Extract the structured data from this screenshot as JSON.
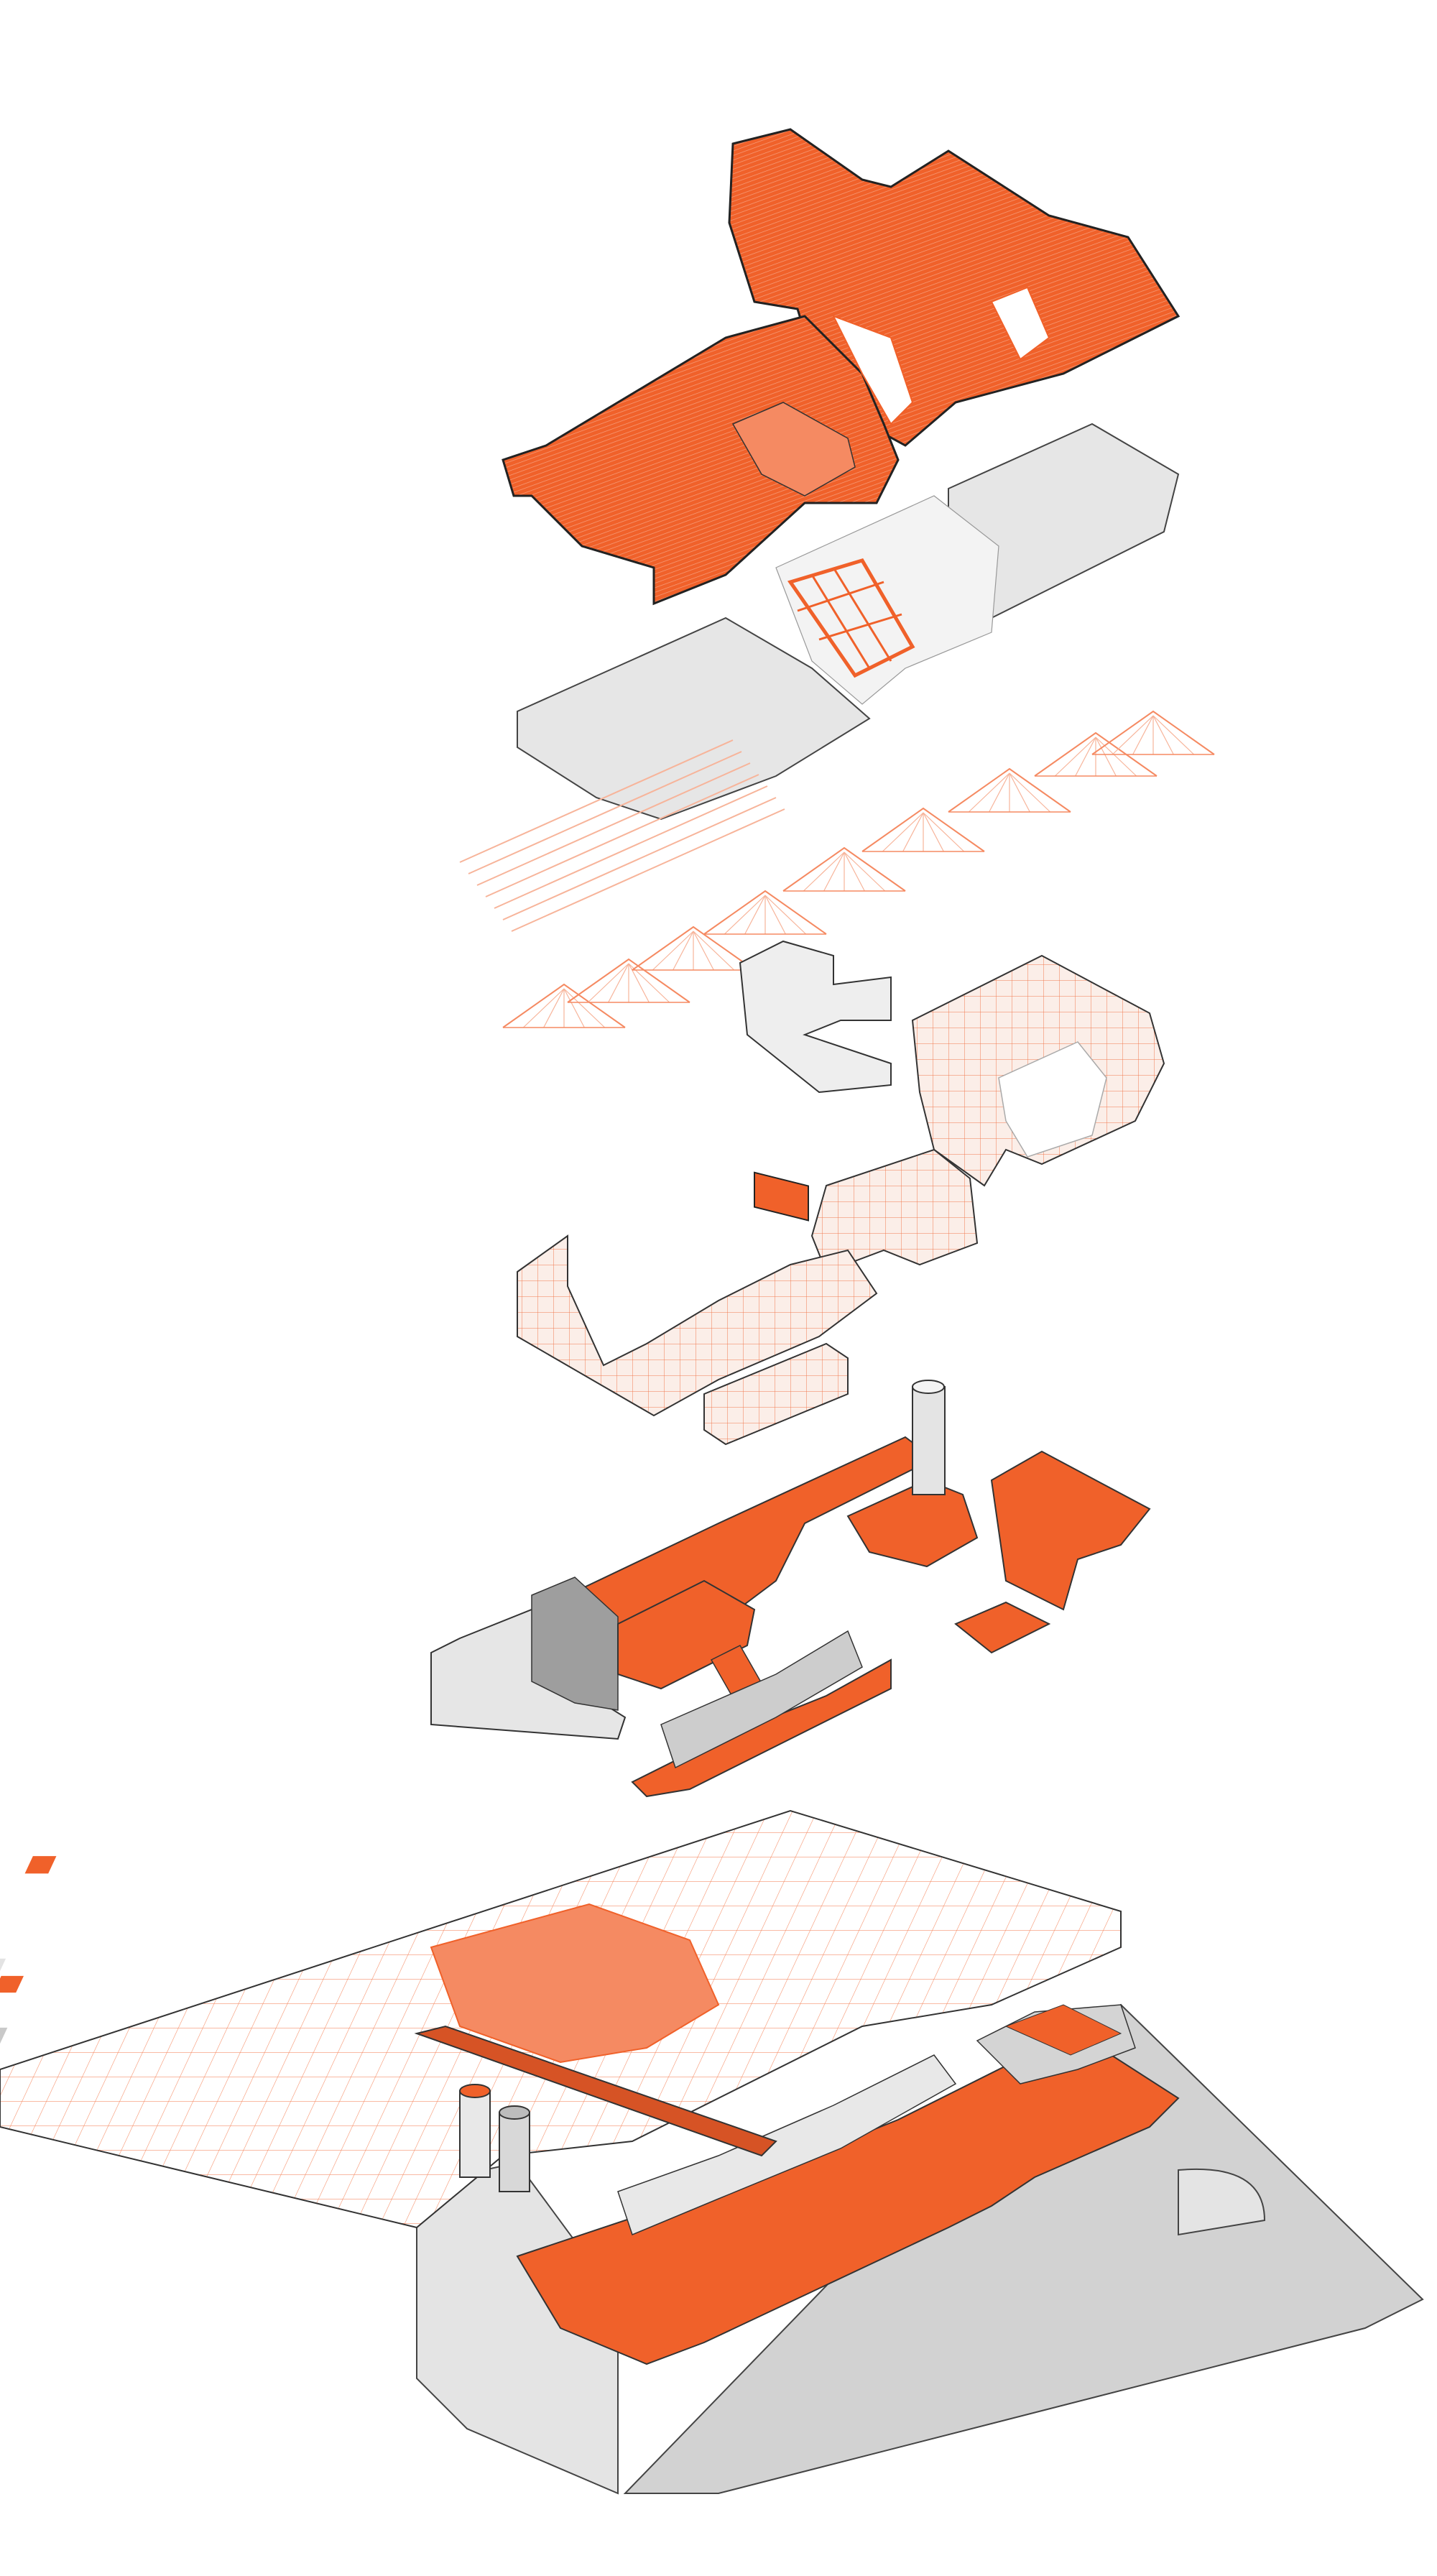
{
  "colors": {
    "accent": "#f0612a",
    "accent_light": "#f58a62",
    "accent_faint": "#f7b49a",
    "wall": "#e3e3e3",
    "wall_dark": "#a9a9a9",
    "wall_mid": "#c9c9c9",
    "outline": "#333333",
    "background": "#ffffff"
  },
  "diagram": {
    "type": "exploded-axonometric",
    "layers": [
      {
        "id": "roof",
        "kind": "roof-shell",
        "color": "accent"
      },
      {
        "id": "ceiling",
        "kind": "ceiling-slab",
        "color": "wall"
      },
      {
        "id": "trusses",
        "kind": "roof-trusses",
        "color": "accent_faint"
      },
      {
        "id": "upper-walls",
        "kind": "facade-walls",
        "color": "wall"
      },
      {
        "id": "upper-floor",
        "kind": "floor-plate",
        "color": "accent"
      },
      {
        "id": "mezzanine",
        "kind": "floor-plate",
        "color": "accent"
      },
      {
        "id": "ground",
        "kind": "ground-floor-with-tiled-roofscape",
        "color": "accent"
      }
    ]
  }
}
